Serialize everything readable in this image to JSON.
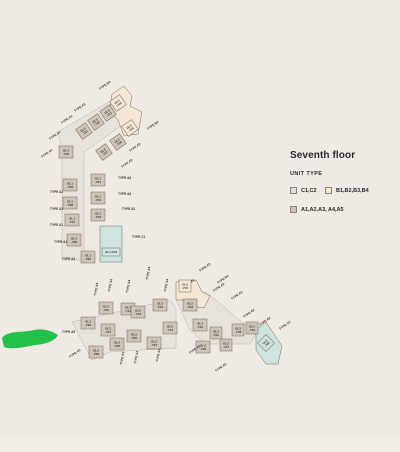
{
  "title": "Seventh floor",
  "legend": {
    "title": "UNIT TYPE",
    "items": [
      {
        "label": "C1,C2",
        "color": "#cfe3e0"
      },
      {
        "label": "B1,B2,B3,B4",
        "color": "#f4e6d3"
      },
      {
        "label": "A1,A2,A3, A4,A5",
        "color": "#cdc5b9"
      }
    ]
  },
  "colors": {
    "unit_a": "#cdc5b9",
    "unit_b": "#f4e6d3",
    "unit_c": "#cfe3e0",
    "outline": "#6f675d",
    "plant": "#22c24a"
  },
  "units": [
    {
      "id": "GL1\n-714",
      "type_label": "TYPE B3",
      "kind": "b"
    },
    {
      "id": "GL1\n-713",
      "type_label": "TYPE A1",
      "kind": "a"
    },
    {
      "id": "GL1\n-712",
      "type_label": "TYPE A1",
      "kind": "a"
    },
    {
      "id": "GL1\n-711",
      "type_label": "TYPE A1",
      "kind": "a"
    },
    {
      "id": "GL1\n-710",
      "type_label": "TYPE A1",
      "kind": "a"
    },
    {
      "id": "GL1\n-715",
      "type_label": "TYPE B2",
      "kind": "b"
    },
    {
      "id": "GL1\n-716",
      "type_label": "TYPE A2",
      "kind": "a"
    },
    {
      "id": "GL1\n-717",
      "type_label": "TYPE A2",
      "kind": "a"
    },
    {
      "id": "GL1\n-709",
      "type_label": "TYPE A1",
      "kind": "a"
    },
    {
      "id": "GL1\n-701",
      "type_label": "TYPE A2",
      "kind": "a"
    },
    {
      "id": "GL1\n-708",
      "type_label": "TYPE A1",
      "kind": "a"
    },
    {
      "id": "GL1\n-702",
      "type_label": "TYPE A2",
      "kind": "a"
    },
    {
      "id": "GL1\n-707",
      "type_label": "TYPE A1",
      "kind": "a"
    },
    {
      "id": "GL1\n-703",
      "type_label": "TYPE A2",
      "kind": "a"
    },
    {
      "id": "GL1\n-706",
      "type_label": "TYPE A1",
      "kind": "a"
    },
    {
      "id": "GL1\n-705",
      "type_label": "TYPE A3",
      "kind": "a"
    },
    {
      "id": "GL1-704",
      "type_label": "TYPE C1",
      "kind": "c"
    },
    {
      "id": "GL2\n-709",
      "type_label": "TYPE A5",
      "kind": "a"
    },
    {
      "id": "GL2\n-708",
      "type_label": "TYPE A5",
      "kind": "a"
    },
    {
      "id": "GL2\n-707",
      "type_label": "TYPE A4",
      "kind": "a"
    },
    {
      "id": "GL2\n-710",
      "type_label": "TYPE A2",
      "kind": "a"
    },
    {
      "id": "GL2\n-711",
      "type_label": "TYPE A4",
      "kind": "a"
    },
    {
      "id": "GL2\n-706",
      "type_label": "TYPE A2",
      "kind": "a"
    },
    {
      "id": "GL2\n-712",
      "type_label": "TYPE A4",
      "kind": "a"
    },
    {
      "id": "GL2\n-705",
      "type_label": "TYPE A2",
      "kind": "a"
    },
    {
      "id": "GL2\n-713",
      "type_label": "TYPE A4",
      "kind": "a"
    },
    {
      "id": "GL2\n-704",
      "type_label": "TYPE A2",
      "kind": "a"
    },
    {
      "id": "GL2\n-714",
      "type_label": "TYPE A1",
      "kind": "a"
    },
    {
      "id": "GL2\n-703",
      "type_label": "TYPE A2",
      "kind": "a"
    },
    {
      "id": "GL2\n-715",
      "type_label": "TYPE B4",
      "kind": "b"
    },
    {
      "id": "GL2\n-702",
      "type_label": "TYPE A2",
      "kind": "a"
    },
    {
      "id": "GL2\n-716",
      "type_label": "TYPE A2",
      "kind": "a"
    },
    {
      "id": "GL2\n-701",
      "type_label": "TYPE A3",
      "kind": "a"
    },
    {
      "id": "GL2\n-717",
      "type_label": "TYPE A2",
      "kind": "a"
    },
    {
      "id": "GL2\n-718",
      "type_label": "TYPE A2",
      "kind": "a"
    },
    {
      "id": "GL2\n-719",
      "type_label": "TYPE A2",
      "kind": "a"
    },
    {
      "id": "GL2\n-720",
      "type_label": "TYPE C2",
      "kind": "c"
    }
  ]
}
